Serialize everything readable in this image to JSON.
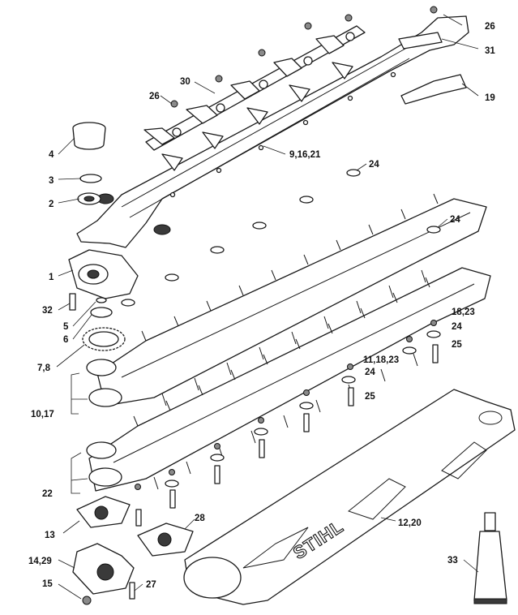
{
  "callouts": {
    "c26a": "26",
    "c31": "31",
    "c19": "19",
    "c30": "30",
    "c26b": "26",
    "c4": "4",
    "c3": "3",
    "c2": "2",
    "c9": "9,16,21",
    "c24a": "24",
    "c24b": "24",
    "c1": "1",
    "c32": "32",
    "c5": "5",
    "c6": "6",
    "c18a": "18,23",
    "c24c": "24",
    "c25a": "25",
    "c7": "7,8",
    "c11": "11,18,23",
    "c24d": "24",
    "c25b": "25",
    "c10": "10,17",
    "c22": "22",
    "c28": "28",
    "c13": "13",
    "c12": "12,20",
    "c33": "33",
    "c14": "14,29",
    "c15": "15",
    "c27": "27"
  },
  "logo_text": "STIHL"
}
